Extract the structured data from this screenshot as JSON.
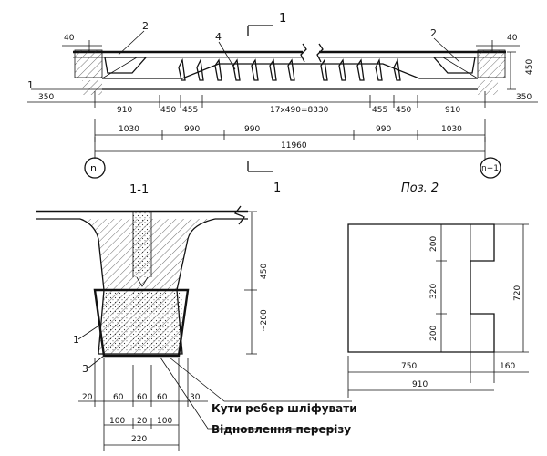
{
  "elevation": {
    "section_mark": "1",
    "section_mark_bottom": "1",
    "left_label": "1",
    "callouts": [
      "2",
      "4",
      "2"
    ],
    "offset_top_left": "40",
    "offset_top_right": "40",
    "height_right": "450",
    "overhang_left": "350",
    "overhang_right": "350",
    "row1": [
      "910",
      "450",
      "455",
      "17x490=8330",
      "455",
      "450",
      "910"
    ],
    "row2": [
      "1030",
      "990",
      "990",
      "990",
      "1030"
    ],
    "total": "11960",
    "axis_left": "n",
    "axis_right": "n+1"
  },
  "section": {
    "title": "1-1",
    "callouts": [
      "1",
      "3"
    ],
    "height_total": "450",
    "height_inner": "~200",
    "bottom_row1": [
      "20",
      "60",
      "60",
      "60",
      "30"
    ],
    "bottom_row2": [
      "100",
      "20",
      "100"
    ],
    "bottom_total": "220",
    "note1": "Кути ребер шліфувати",
    "note2": "Відновлення перерізу"
  },
  "pos2": {
    "title": "Поз. 2",
    "right_heights": [
      "200",
      "320",
      "200"
    ],
    "total_height": "720",
    "width_main": "750",
    "width_notch": "160",
    "width_total": "910"
  }
}
